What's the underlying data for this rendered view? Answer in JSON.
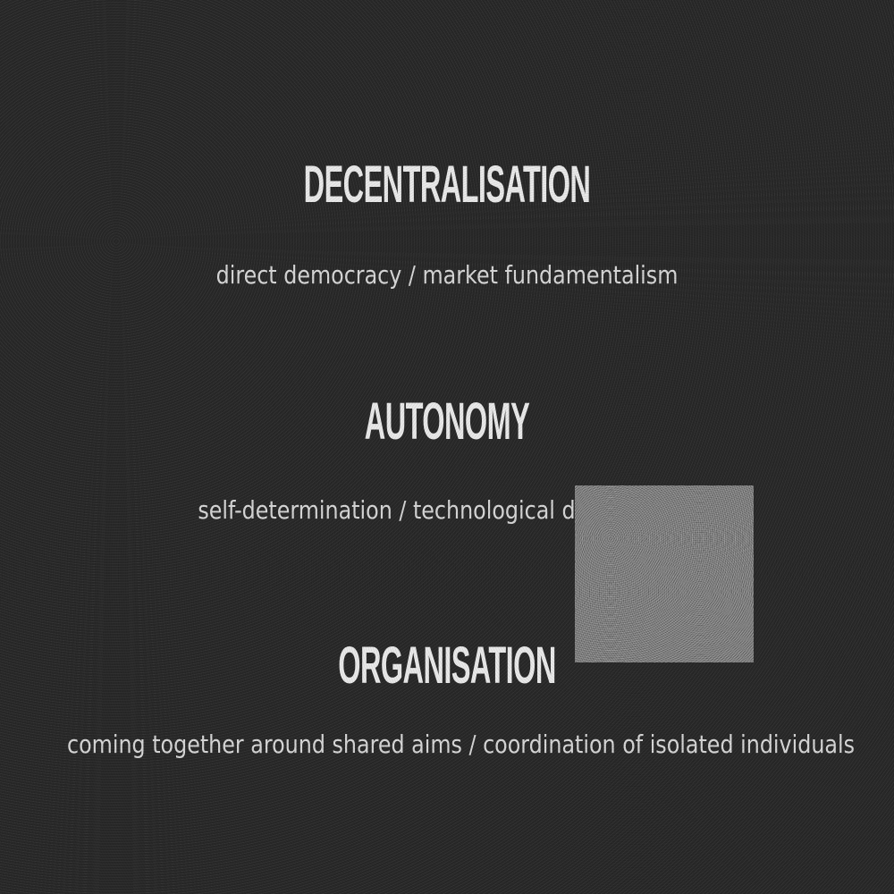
{
  "sections": [
    {
      "heading": "DECENTRALISATION",
      "subtitle": "direct democracy / market fundamentalism"
    },
    {
      "heading": "AUTONOMY",
      "subtitle": "self-determination / technological determinism"
    },
    {
      "heading": "ORGANISATION",
      "subtitle": "coming together around shared aims / coordination of isolated individuals"
    }
  ],
  "colors": {
    "background": "#282828",
    "text": "#e9e9e9",
    "overlay_box": "#7f7f7f"
  }
}
